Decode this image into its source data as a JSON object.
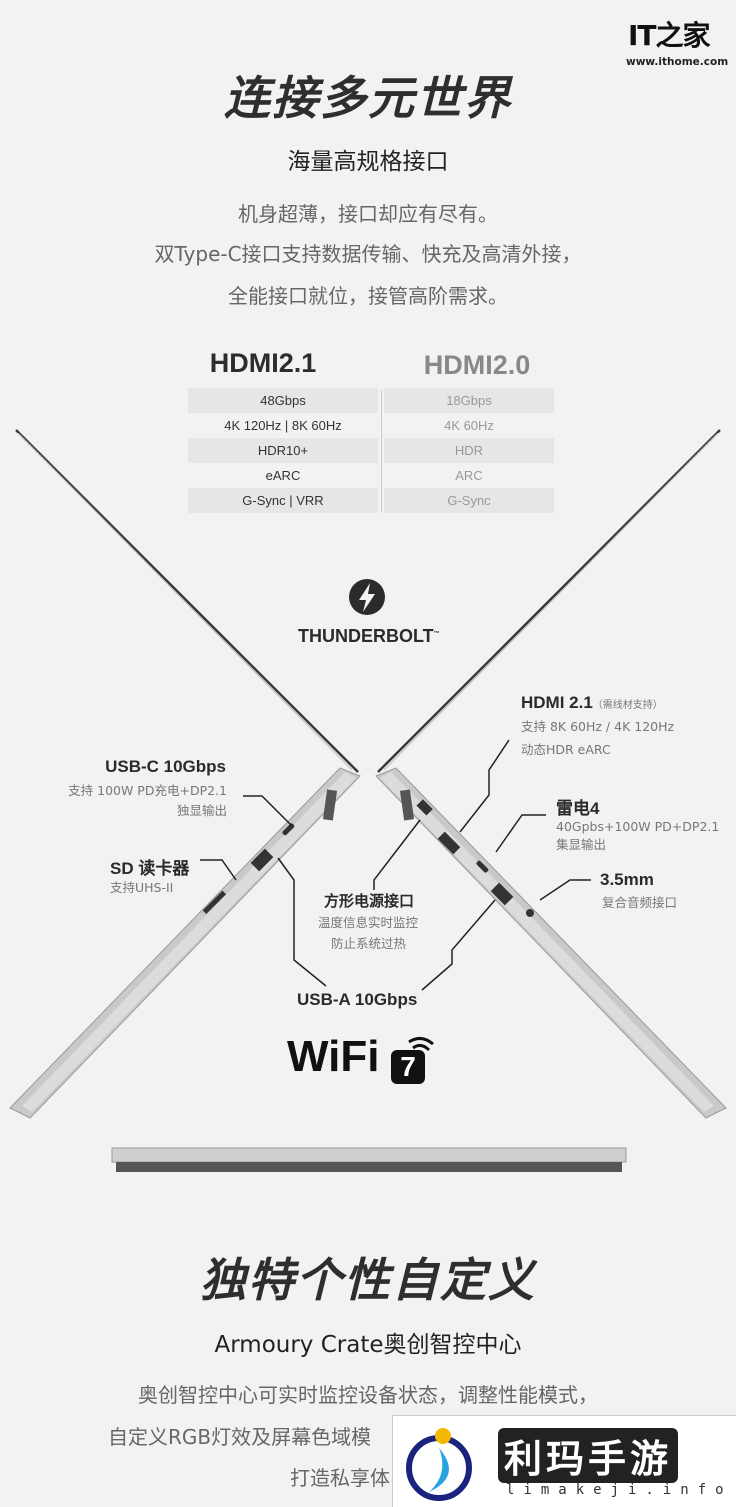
{
  "logo": {
    "text": "IT之家",
    "url_text": "www.ithome.com"
  },
  "section1": {
    "title": "连接多元世界",
    "subtitle": "海量高规格接口",
    "lines": [
      "机身超薄，接口却应有尽有。",
      "双Type-C接口支持数据传输、快充及高清外接，",
      "全能接口就位，接管高阶需求。"
    ]
  },
  "comparison": {
    "headers": [
      "HDMI2.1",
      "HDMI2.0"
    ],
    "rows": [
      [
        "48Gbps",
        "18Gbps"
      ],
      [
        "4K 120Hz | 8K 60Hz",
        "4K 60Hz"
      ],
      [
        "HDR10+",
        "HDR"
      ],
      [
        "eARC",
        "ARC"
      ],
      [
        "G-Sync | VRR",
        "G-Sync"
      ]
    ]
  },
  "thunderbolt": {
    "text": "THUNDERBOLT",
    "tm": "™"
  },
  "ports": {
    "usb_c": {
      "title": "USB-C 10Gbps",
      "lines": [
        "支持 100W PD充电+DP2.1",
        "独显输出"
      ]
    },
    "sd": {
      "title": "SD 读卡器",
      "lines": [
        "支持UHS-II"
      ]
    },
    "power": {
      "title": "方形电源接口",
      "lines": [
        "温度信息实时监控",
        "防止系统过热"
      ]
    },
    "usb_a": {
      "title": "USB-A 10Gbps"
    },
    "hdmi": {
      "title": "HDMI 2.1",
      "note": "（需线材支持）",
      "lines": [
        "支持 8K 60Hz / 4K 120Hz",
        "动态HDR eARC"
      ]
    },
    "tb4": {
      "title": "雷电4",
      "lines": [
        "40Gpbs+100W PD+DP2.1",
        "集显输出"
      ]
    },
    "audio": {
      "title": "3.5mm",
      "lines": [
        "复合音频接口"
      ]
    }
  },
  "wifi": {
    "text": "WiFi",
    "version": "7"
  },
  "section2": {
    "title": "独特个性自定义",
    "subtitle": "Armoury Crate奥创智控中心",
    "lines": [
      "奥创智控中心可实时监控设备状态，调整性能模式，",
      "自定义RGB灯效及屏幕色域模",
      "打造私享体"
    ]
  },
  "watermark": {
    "name": "利玛手游",
    "url": "limakeji.info"
  }
}
